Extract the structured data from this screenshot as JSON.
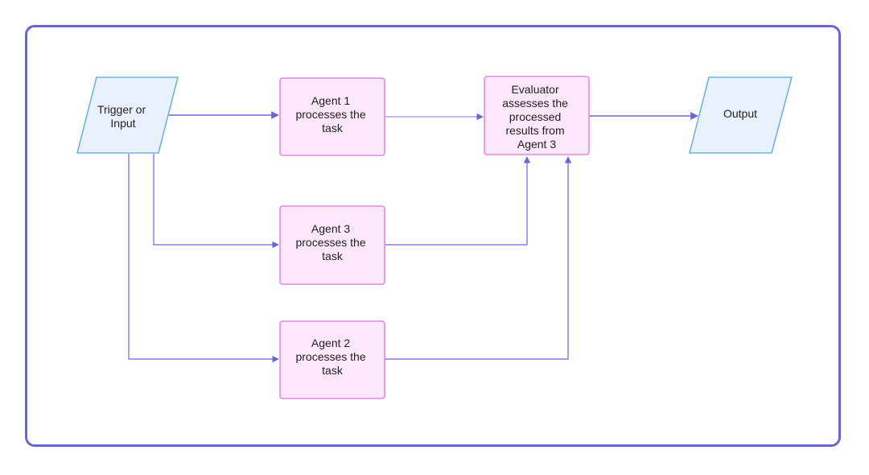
{
  "colors": {
    "frame": "#6b63d6",
    "arrow_main": "#6b63d6",
    "arrow_light": "#9a94e4",
    "io_fill": "#e9f2fc",
    "io_stroke": "#6fb3e6",
    "agent_fill": "#fde8fb",
    "agent_stroke": "#e08be0"
  },
  "nodes": {
    "trigger": {
      "lines": [
        "Trigger or",
        "Input"
      ],
      "shape": "parallelogram"
    },
    "agent1": {
      "lines": [
        "Agent 1",
        "processes the",
        "task"
      ],
      "shape": "rectangle"
    },
    "agent3": {
      "lines": [
        "Agent 3",
        "processes the",
        "task"
      ],
      "shape": "rectangle"
    },
    "agent2": {
      "lines": [
        "Agent 2",
        "processes the",
        "task"
      ],
      "shape": "rectangle"
    },
    "evaluator": {
      "lines": [
        "Evaluator",
        "assesses the",
        "processed",
        "results from",
        "Agent 3"
      ],
      "shape": "rectangle"
    },
    "output": {
      "lines": [
        "Output"
      ],
      "shape": "parallelogram"
    }
  },
  "edges": [
    {
      "from": "trigger",
      "to": "agent1"
    },
    {
      "from": "trigger",
      "to": "agent3"
    },
    {
      "from": "trigger",
      "to": "agent2"
    },
    {
      "from": "agent1",
      "to": "evaluator"
    },
    {
      "from": "agent3",
      "to": "evaluator"
    },
    {
      "from": "agent2",
      "to": "evaluator"
    },
    {
      "from": "evaluator",
      "to": "output"
    }
  ]
}
